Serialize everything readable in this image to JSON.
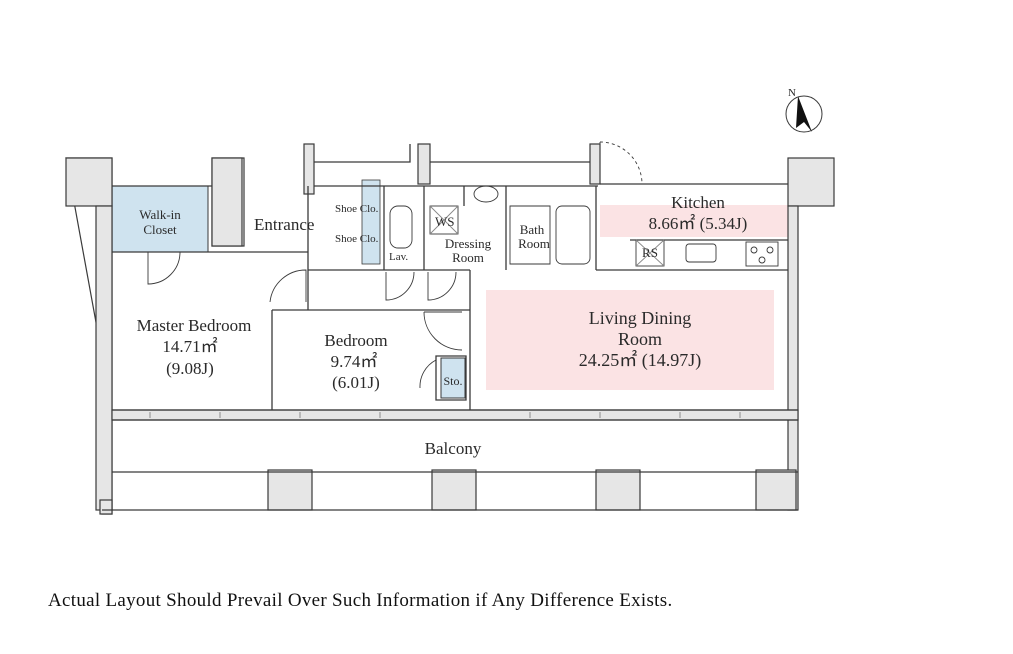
{
  "compass": {
    "north_label": "N"
  },
  "rooms": {
    "walk_in_closet": {
      "line1": "Walk-in",
      "line2": "Closet"
    },
    "entrance": {
      "label": "Entrance"
    },
    "shoe_closet_1": {
      "label": "Shoe Clo."
    },
    "shoe_closet_2": {
      "label": "Shoe Clo."
    },
    "lavatory": {
      "label": "Lav."
    },
    "ws": {
      "label": "WS"
    },
    "dressing_room": {
      "line1": "Dressing",
      "line2": "Room"
    },
    "bath_room": {
      "line1": "Bath",
      "line2": "Room"
    },
    "kitchen": {
      "name": "Kitchen",
      "area": "8.66㎡ (5.34J)"
    },
    "rs": {
      "label": "RS"
    },
    "master_bedroom": {
      "name": "Master Bedroom",
      "area": "14.71㎡",
      "jo": "(9.08J)"
    },
    "bedroom": {
      "name": "Bedroom",
      "area": "9.74㎡",
      "jo": "(6.01J)"
    },
    "storage": {
      "label": "Sto."
    },
    "living_dining": {
      "line1": "Living Dining",
      "line2": "Room",
      "area": "24.25㎡ (14.97J)"
    },
    "balcony": {
      "label": "Balcony"
    }
  },
  "colors": {
    "wall_fill": "#e6e6e6",
    "wall_stroke": "#3a3a3a",
    "closet_blue": "#cfe3ef",
    "living_pink": "#fbe3e4"
  },
  "disclaimer": "Actual Layout Should Prevail Over Such Information if Any Difference Exists."
}
